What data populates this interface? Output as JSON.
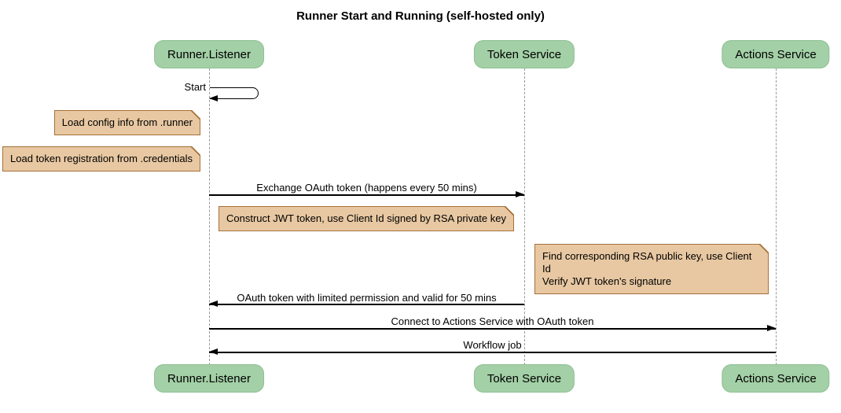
{
  "title": "Runner Start and Running (self-hosted only)",
  "participants": [
    {
      "name": "Runner.Listener"
    },
    {
      "name": "Token Service"
    },
    {
      "name": "Actions Service"
    }
  ],
  "messages": [
    {
      "label": "Start",
      "from": "Runner.Listener",
      "to": "Runner.Listener",
      "kind": "self"
    },
    {
      "label": "Exchange OAuth token (happens every 50 mins)",
      "from": "Runner.Listener",
      "to": "Token Service",
      "kind": "solid"
    },
    {
      "label": "OAuth token with limited permission and valid for 50 mins",
      "from": "Token Service",
      "to": "Runner.Listener",
      "kind": "solid"
    },
    {
      "label": "Connect to Actions Service with OAuth token",
      "from": "Runner.Listener",
      "to": "Actions Service",
      "kind": "solid"
    },
    {
      "label": "Workflow job",
      "from": "Actions Service",
      "to": "Runner.Listener",
      "kind": "solid"
    }
  ],
  "notes": [
    {
      "text": "Load config info from .runner",
      "position": "left of Runner.Listener"
    },
    {
      "text": "Load token registration from .credentials",
      "position": "left of Runner.Listener"
    },
    {
      "text": "Construct JWT token, use Client Id signed by RSA private key",
      "position": "over Runner.Listener and Token Service"
    },
    {
      "text": "Find corresponding RSA public key, use Client Id\nVerify JWT token's signature",
      "position": "right of Token Service"
    }
  ],
  "colors": {
    "participant_fill": "#a3d0a6",
    "participant_border": "#8fbf94",
    "note_fill": "#e8c8a2",
    "note_border": "#a5713a",
    "lifeline": "#999999",
    "arrow": "#000000",
    "text": "#000000",
    "bg": "#ffffff"
  }
}
